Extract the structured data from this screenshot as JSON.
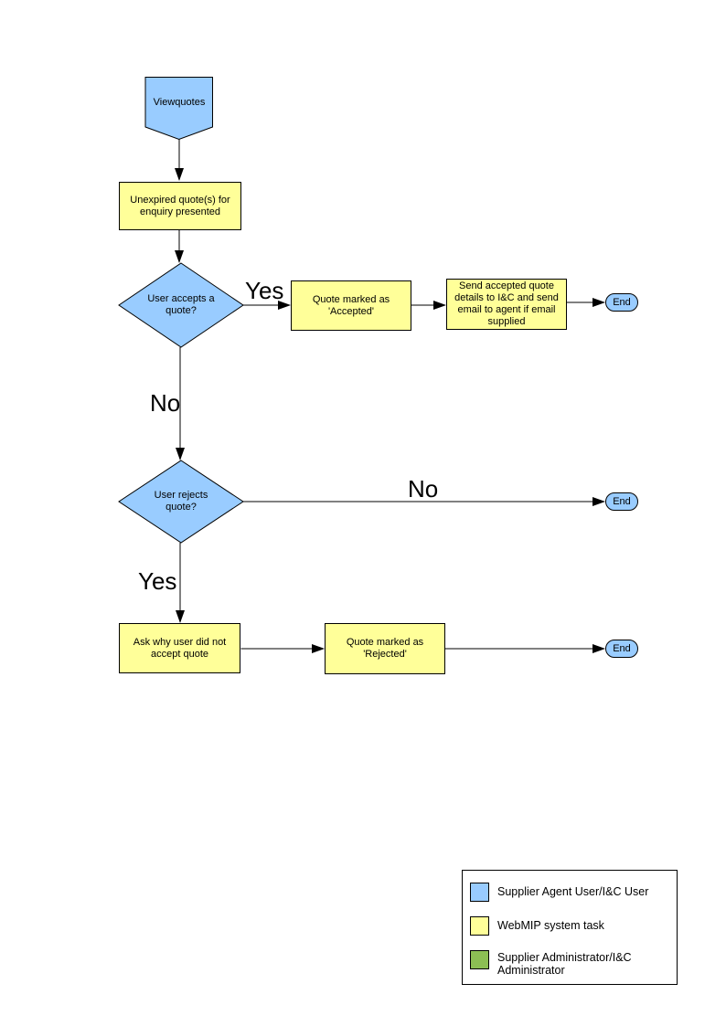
{
  "colors": {
    "user_task": "#99CCFF",
    "system_task": "#FFFF99",
    "admin_task": "#8CBF54",
    "connector": "#000000",
    "border": "#000000",
    "background": "#FFFFFF"
  },
  "flowchart": {
    "nodes": {
      "start": {
        "label": "Viewquotes"
      },
      "unexpired": {
        "label": "Unexpired quote(s) for enquiry presented"
      },
      "accepts": {
        "label": "User accepts a quote?"
      },
      "accepted": {
        "label": "Quote marked as 'Accepted'"
      },
      "send_details": {
        "label": "Send accepted quote details to I&C and send email to agent if email supplied"
      },
      "end_accepted": {
        "label": "End"
      },
      "rejects": {
        "label": "User rejects quote?"
      },
      "end_not_rejected": {
        "label": "End"
      },
      "ask_why": {
        "label": "Ask why user did not accept quote"
      },
      "rejected": {
        "label": "Quote marked as 'Rejected'"
      },
      "end_rejected": {
        "label": "End"
      }
    },
    "edge_labels": {
      "accepts_yes": "Yes",
      "accepts_no": "No",
      "rejects_no": "No",
      "rejects_yes": "Yes"
    }
  },
  "legend": {
    "items": [
      {
        "label": "Supplier Agent User/I&C User",
        "color": "#99CCFF"
      },
      {
        "label": "WebMIP system task",
        "color": "#FFFF99"
      },
      {
        "label": "Supplier Administrator/I&C Administrator",
        "color": "#8CBF54"
      }
    ]
  }
}
